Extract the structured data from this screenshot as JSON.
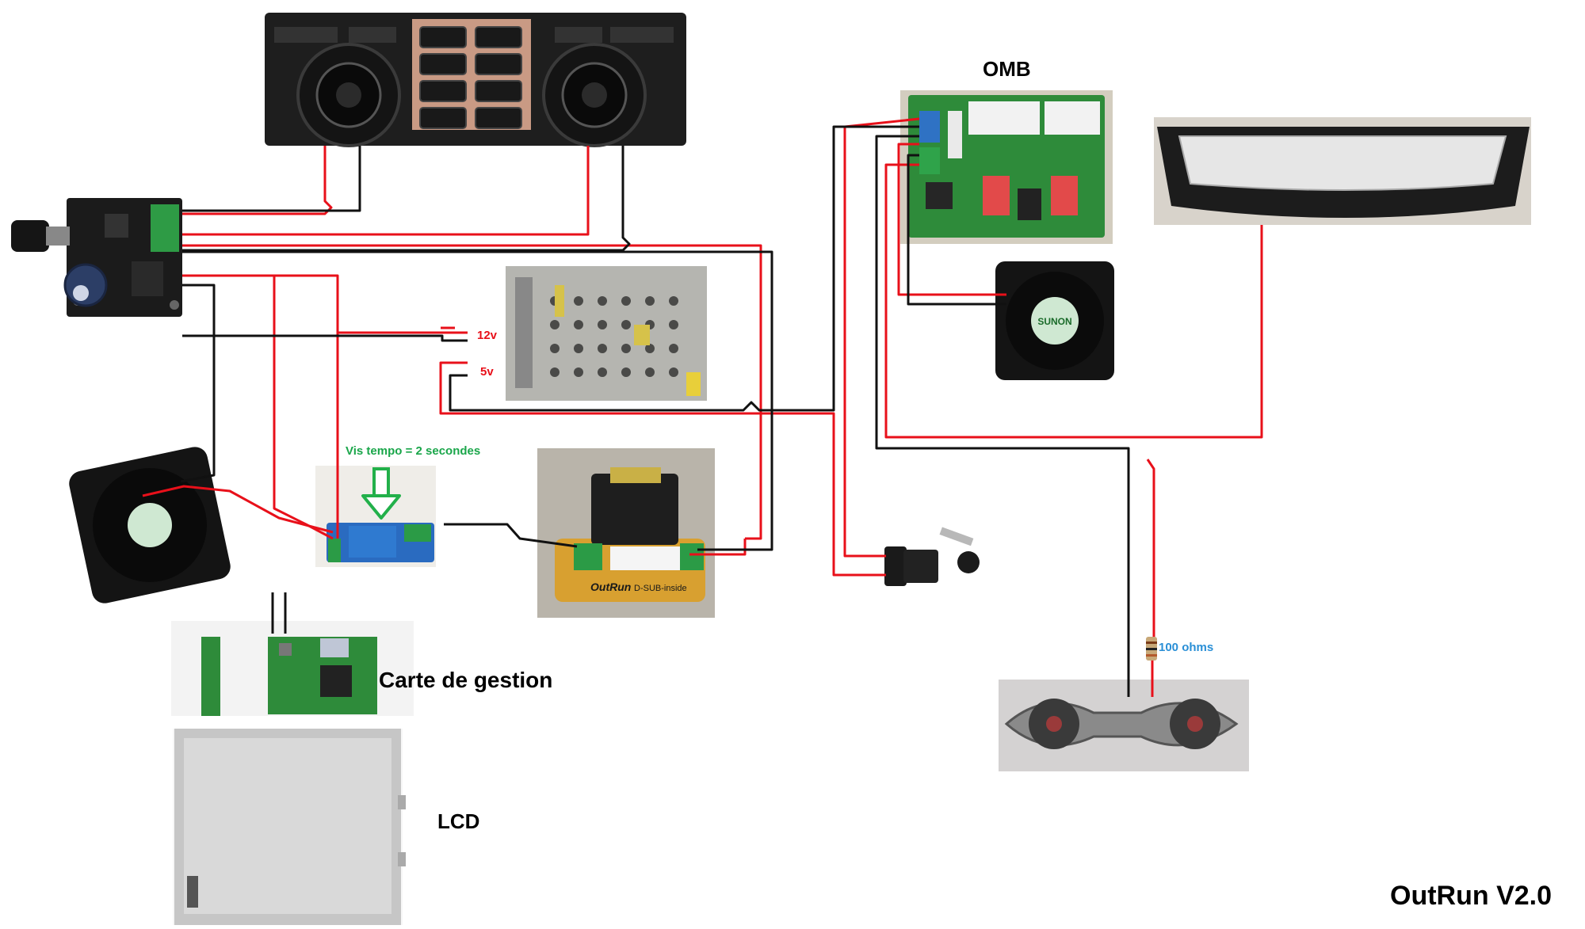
{
  "diagram": {
    "title": "OutRun V2.0",
    "labels": {
      "omb": "OMB",
      "v12": "12v",
      "v5": "5v",
      "relay_note": "Vis tempo = 2 secondes",
      "control_board": "Carte de gestion",
      "lcd": "LCD",
      "resistor": "100 ohms",
      "dsub_brand": "OutRun",
      "dsub_text": "D-SUB-inside",
      "fan_brand": "SUNON"
    },
    "colors": {
      "wire_red": "#e8101a",
      "wire_black": "#111111",
      "label_red": "#e8101a",
      "label_green": "#1aa64a",
      "label_blue": "#2a8fd6",
      "arrow_green": "#22b04a",
      "pcb_green": "#2e8b3a"
    }
  }
}
